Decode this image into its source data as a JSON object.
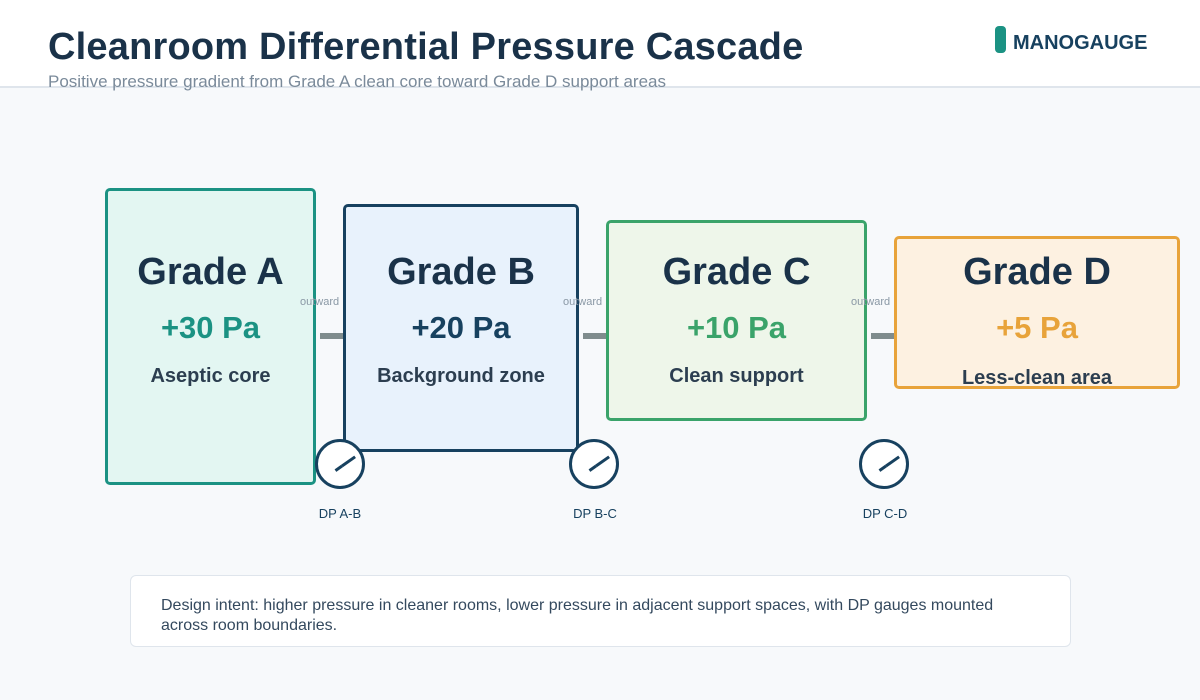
{
  "header": {
    "title": "Cleanroom Differential Pressure Cascade",
    "subtitle": "Positive pressure gradient from Grade A clean core toward Grade D support areas"
  },
  "brand": {
    "name": "MANOGAUGE",
    "color": "#1b9283"
  },
  "rooms": [
    {
      "grade": "Grade A",
      "pressure": "+30 Pa",
      "description": "Aseptic core",
      "accent": "#1b9283",
      "fill": "#e3f6f2"
    },
    {
      "grade": "Grade B",
      "pressure": "+20 Pa",
      "description": "Background zone",
      "accent": "#17415f",
      "fill": "#e8f2fc"
    },
    {
      "grade": "Grade C",
      "pressure": "+10 Pa",
      "description": "Clean support",
      "accent": "#3aa36a",
      "fill": "#eef6ea"
    },
    {
      "grade": "Grade D",
      "pressure": "+5 Pa",
      "description": "Less-clean area",
      "accent": "#e8a33a",
      "fill": "#fdf1e1"
    }
  ],
  "connectors": [
    {
      "flow_label": "outward"
    },
    {
      "flow_label": "outward"
    },
    {
      "flow_label": "outward"
    }
  ],
  "gauges": [
    {
      "label": "DP A-B"
    },
    {
      "label": "DP B-C"
    },
    {
      "label": "DP C-D"
    }
  ],
  "note": {
    "text": "Design intent: higher pressure in cleaner rooms, lower pressure in adjacent support spaces, with DP gauges mounted across room boundaries."
  }
}
